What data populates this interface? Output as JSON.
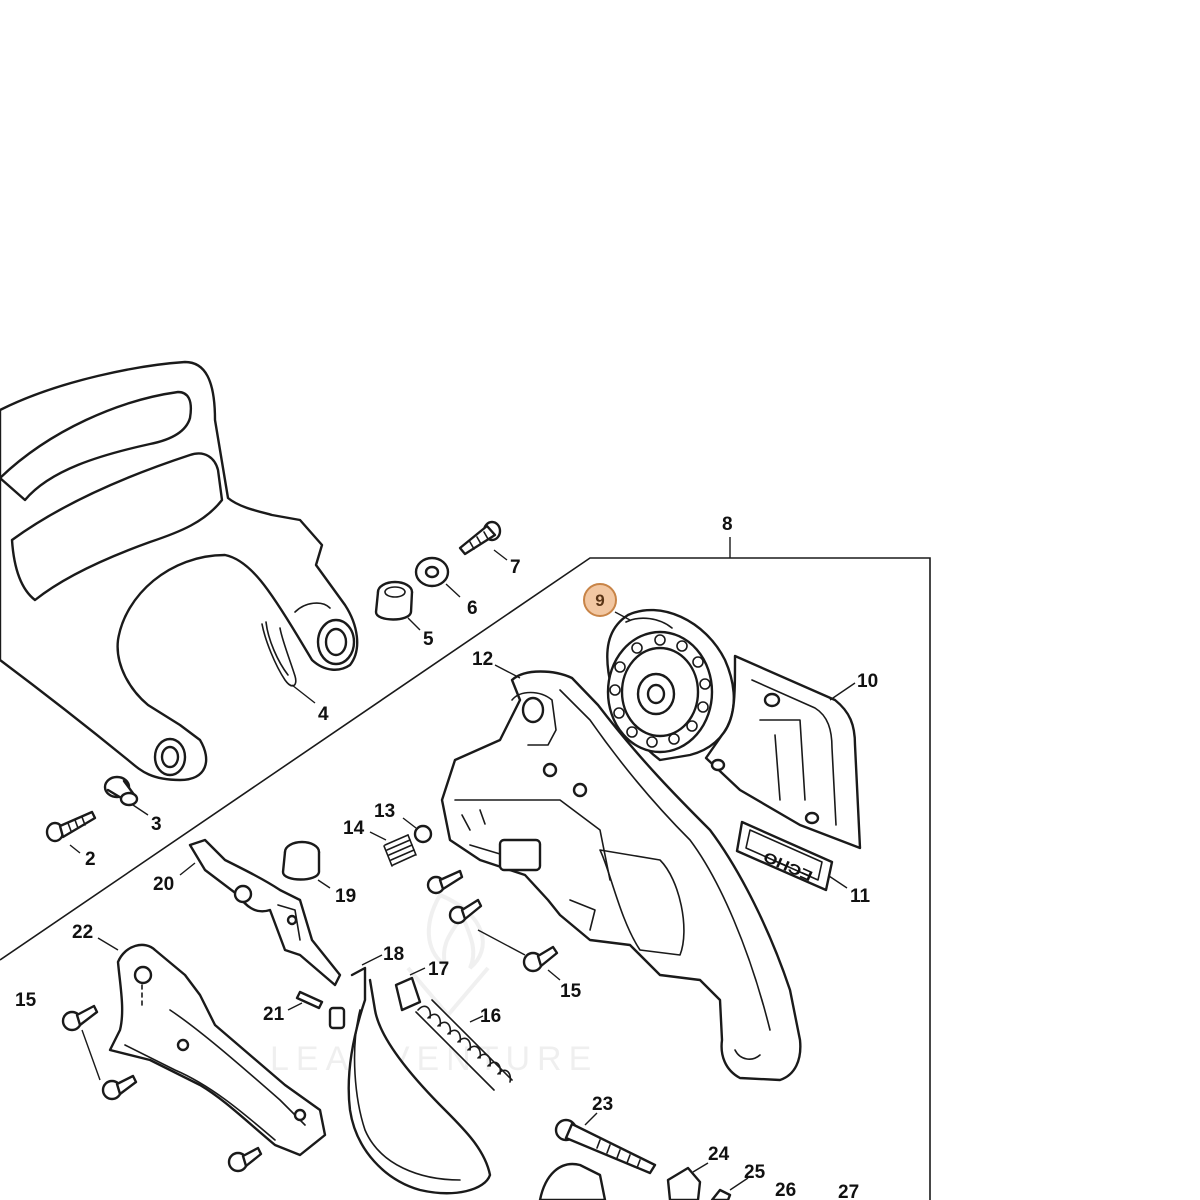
{
  "diagram": {
    "highlighted_part": "9",
    "callouts": [
      "2",
      "3",
      "4",
      "5",
      "6",
      "7",
      "8",
      "9",
      "10",
      "11",
      "12",
      "13",
      "14",
      "15",
      "15",
      "15",
      "16",
      "17",
      "18",
      "19",
      "20",
      "21",
      "22",
      "23",
      "24",
      "25",
      "26",
      "27"
    ],
    "decal_text": "ECHO",
    "watermark_text": "LEADVENTURE",
    "colors": {
      "line": "#1a1a1a",
      "highlight_fill": "#f2c7a2",
      "highlight_stroke": "#c88447"
    }
  }
}
